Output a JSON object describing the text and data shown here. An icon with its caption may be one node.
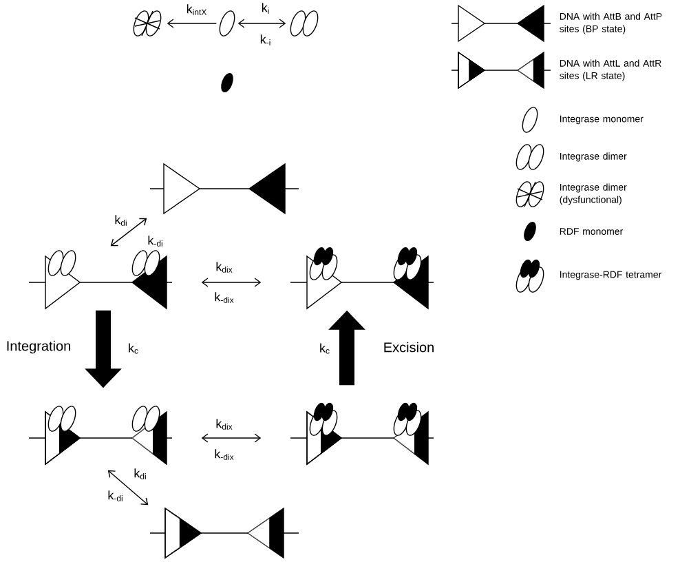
{
  "diagram": {
    "nodes": [
      {
        "text": [],
        "shape": "picture"
      },
      {
        "text": [],
        "shape": "ellipse"
      },
      {
        "text": [],
        "shape": "picture"
      },
      {
        "text": [],
        "shape": "ellipse"
      },
      {
        "text": [],
        "shape": "picture"
      },
      {
        "text": [],
        "shape": "picture"
      },
      {
        "text": [],
        "shape": "picture"
      },
      {
        "text": [],
        "shape": "picture"
      },
      {
        "text": [],
        "shape": "picture"
      },
      {
        "text": [],
        "shape": "picture"
      }
    ],
    "edges": [
      {
        "from": 1,
        "to": 0,
        "arrow": "to",
        "label": "k$_{intX}$"
      },
      {
        "from": 1,
        "to": 2,
        "arrow": "both",
        "label": "k$_{i}$"
      },
      {
        "from": 4,
        "to": 5,
        "arrow": "both",
        "label": "k$_{di}$"
      },
      {
        "from": 5,
        "to": 6,
        "arrow": "both",
        "label": "k$_{dix}$"
      },
      {
        "from": 5,
        "to": 7,
        "arrow": "to",
        "style": "thick",
        "label": "k$_{c}$"
      },
      {
        "from": 8,
        "to": 6,
        "arrow": "to",
        "style": "thick",
        "label": "k$_{c}$"
      },
      {
        "from": 7,
        "to": 8,
        "arrow": "both",
        "label": "k$_{dix}$"
      },
      {
        "from": 7,
        "to": 9,
        "arrow": "both",
        "label": "k$_{di}$"
      }
    ],
    "labels": [
      "k$_{-i}$",
      "k$_{-di}$",
      "k$_{-dix}$",
      "Integration",
      "Excision",
      "k$_{-dix}$",
      "k$_{-di}$"
    ],
    "legend": [
      {
        "text": "DNA with AttB and AttP sites (BP state)"
      },
      {
        "text": "DNA with AttL and AttR sites (LR state)"
      },
      {
        "text": "Integrase monomer"
      },
      {
        "text": "Integrase dimer"
      },
      {
        "text": "Integrase dimer (dysfunctional)"
      },
      {
        "text": "RDF monomer"
      },
      {
        "text": "Integrase-RDF tetramer"
      }
    ]
  }
}
